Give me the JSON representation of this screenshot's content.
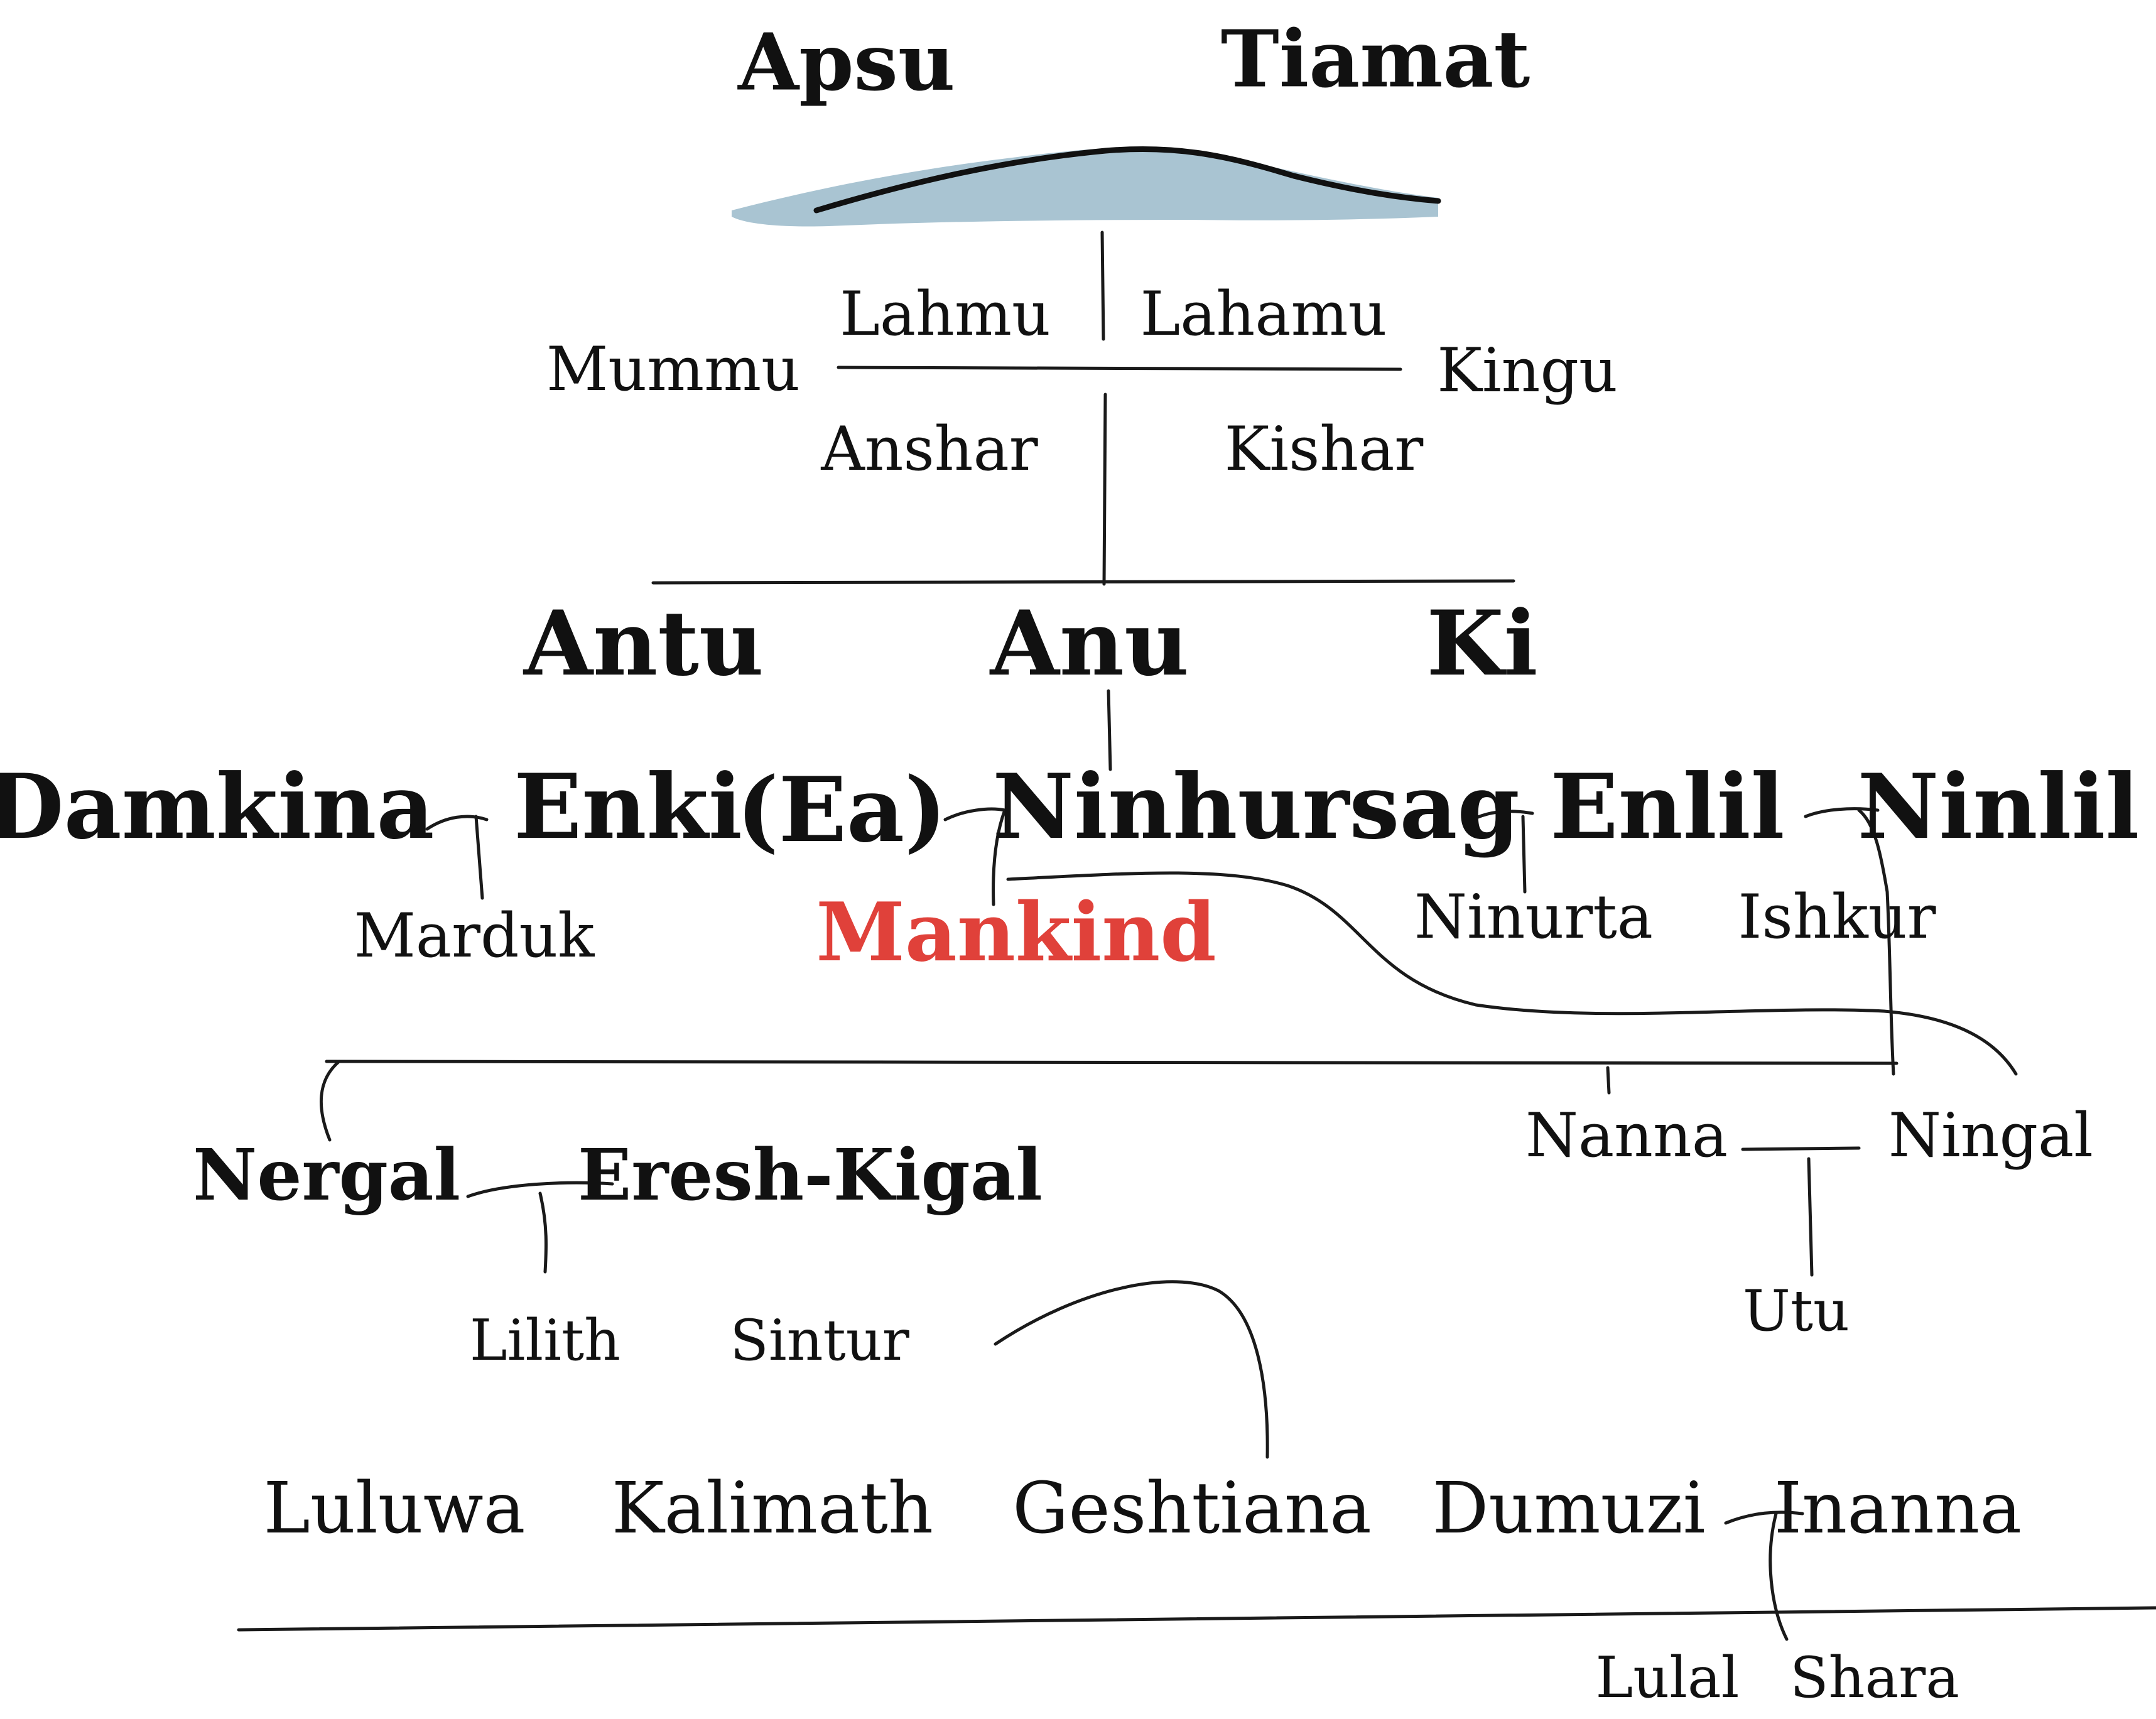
{
  "colors": {
    "ink": "#111111",
    "accent": "#e0413a",
    "water": "#a9c4d2"
  },
  "tree": {
    "apsu": "Apsu",
    "tiamat": "Tiamat",
    "lahmu": "Lahmu",
    "lahamu": "Lahamu",
    "mummu": "Mummu",
    "kingu": "Kingu",
    "anshar": "Anshar",
    "kishar": "Kishar",
    "antu": "Antu",
    "anu": "Anu",
    "ki": "Ki",
    "damkina": "Damkina",
    "enki": "Enki",
    "ea": "(Ea)",
    "ninhursag": "Ninhursag",
    "enlil": "Enlil",
    "ninlil": "Ninlil",
    "marduk": "Marduk",
    "mankind": "Mankind",
    "ninurta": "Ninurta",
    "ishkur": "Ishkur",
    "nergal": "Nergal",
    "eresh_kigal": "Eresh-Kigal",
    "nanna": "Nanna",
    "ningal": "Ningal",
    "lilith": "Lilith",
    "sintur": "Sintur",
    "utu": "Utu",
    "luluwa": "Luluwa",
    "kalimath": "Kalimath",
    "geshtiana": "Geshtiana",
    "dumuzi": "Dumuzi",
    "inanna": "Inanna",
    "lulal": "Lulal",
    "shara": "Shara"
  }
}
